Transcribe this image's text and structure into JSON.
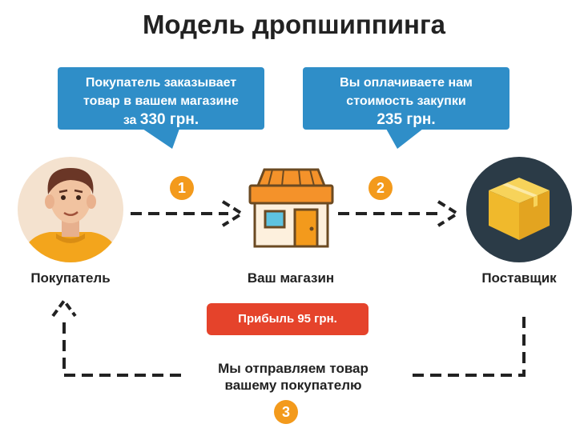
{
  "title": "Модель дропшиппинга",
  "bubble_left": {
    "line1": "Покупатель заказывает",
    "line2": "товар в вашем магазине",
    "line3_prefix": "за ",
    "line3_amount": "330 грн."
  },
  "bubble_right": {
    "line1": "Вы оплачиваете нам",
    "line2": "стоимость закупки",
    "line3_amount": "235 грн."
  },
  "steps": [
    "1",
    "2",
    "3"
  ],
  "nodes": {
    "buyer": "Покупатель",
    "shop": "Ваш магазин",
    "supplier": "Поставщик"
  },
  "profit_label": "Прибыль 95 грн.",
  "bottom_text": {
    "line1": "Мы отправляем товар",
    "line2": "вашему покупателю"
  },
  "colors": {
    "bubble": "#2f8ec8",
    "step_badge": "#f39a1c",
    "profit": "#e5432b",
    "supplier_circle": "#2b3b47",
    "buyer_circle": "#f4e2cf",
    "shop_awning": "#f4922a"
  },
  "icons": {
    "buyer": "person-avatar-icon",
    "shop": "storefront-icon",
    "supplier": "package-box-icon"
  }
}
